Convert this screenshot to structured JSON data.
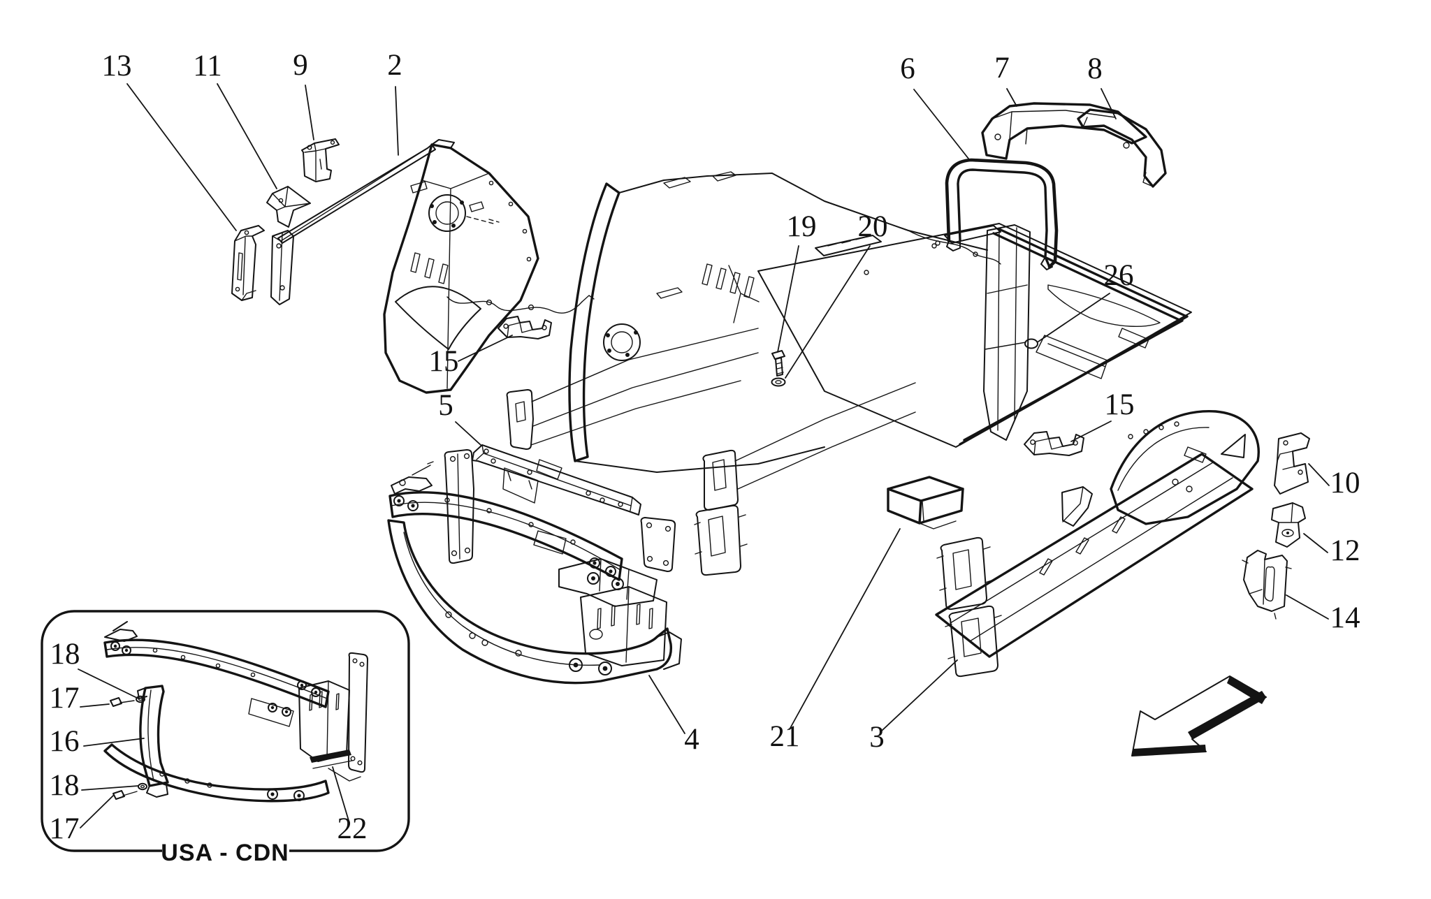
{
  "figure": {
    "kind": "exploded-parts-line-drawing",
    "background_color": "#ffffff",
    "line_color": "#141414"
  },
  "callouts": [
    {
      "label": "13"
    },
    {
      "label": "11"
    },
    {
      "label": "9"
    },
    {
      "label": "2"
    },
    {
      "label": "6"
    },
    {
      "label": "7"
    },
    {
      "label": "8"
    },
    {
      "label": "19"
    },
    {
      "label": "20"
    },
    {
      "label": "26"
    },
    {
      "label": "15"
    },
    {
      "label": "5"
    },
    {
      "label": "15"
    },
    {
      "label": "10"
    },
    {
      "label": "12"
    },
    {
      "label": "14"
    },
    {
      "label": "4"
    },
    {
      "label": "21"
    },
    {
      "label": "3"
    },
    {
      "label": "18"
    },
    {
      "label": "17"
    },
    {
      "label": "16"
    },
    {
      "label": "18"
    },
    {
      "label": "17"
    },
    {
      "label": "22"
    }
  ],
  "inset": {
    "region_label": "USA - CDN"
  }
}
